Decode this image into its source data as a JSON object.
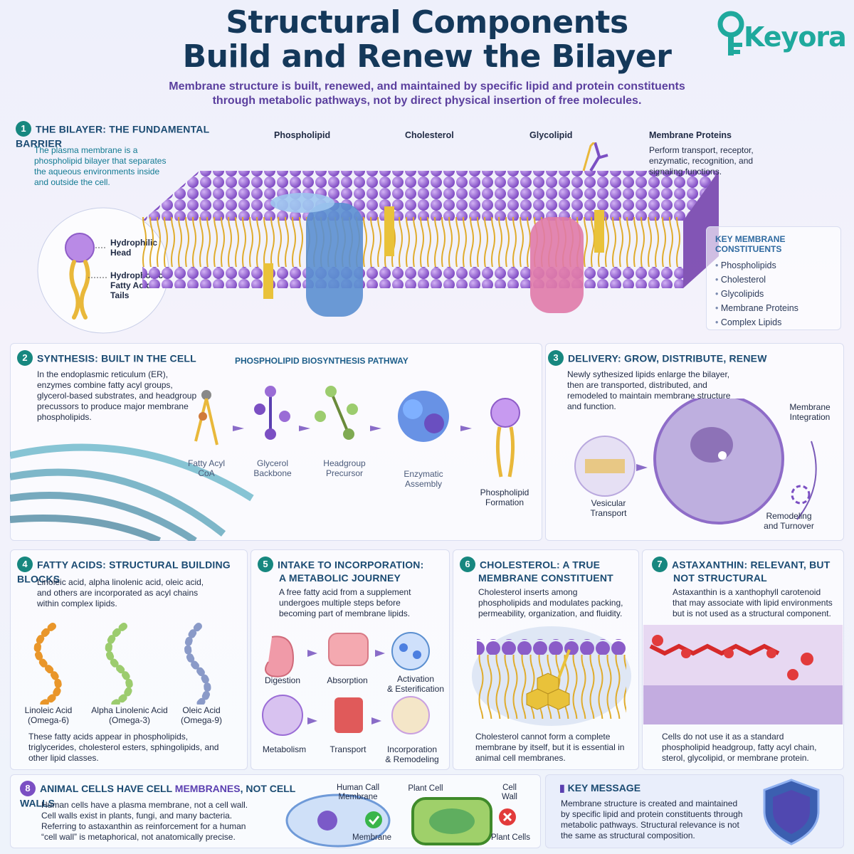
{
  "header": {
    "title_line1": "Structural Components",
    "title_line2": "Build and Renew the Bilayer",
    "subtitle_line1": "Membrane structure is built, renewed, and maintained by specific lipid and protein constituents",
    "subtitle_line2": "through metabolic pathways, not by direct physical insertion of free molecules.",
    "logo_text": "Keyora"
  },
  "colors": {
    "teal": "#17877f",
    "navy": "#14385a",
    "purple": "#7b4fc3",
    "lipid": "#9a6cd6",
    "tail": "#e9b83a",
    "protein_blue": "#5b8fd0",
    "protein_pink": "#e07aa8",
    "alert_red": "#e23b3b",
    "check_green": "#39b54a"
  },
  "s1": {
    "num": "1",
    "heading": "THE BILAYER: THE FUNDAMENTAL BARRIER",
    "text": "The plasma membrane is a phospholipid bilayer that separates the aqueous environments inside and outside the cell.",
    "head_label_1": "Hydrophilic",
    "head_label_2": "Head",
    "tail_label_1": "Hydrophobic",
    "tail_label_2": "Fatty Acid",
    "tail_label_3": "Tails",
    "callouts": {
      "phospholipid": "Phospholipid",
      "cholesterol": "Cholesterol",
      "glycolipid": "Glycolipid",
      "proteins": "Membrane Proteins",
      "proteins_desc": "Perform transport, receptor, enzymatic, recognition, and signaling functions."
    },
    "key_title": "KEY MEMBRANE CONSTITUENTS",
    "key_items": [
      "Phospholipids",
      "Cholesterol",
      "Glycolipids",
      "Membrane Proteins",
      "Complex Lipids"
    ]
  },
  "s2": {
    "num": "2",
    "heading": "SYNTHESIS: BUILT IN THE CELL",
    "text": "In the endoplasmic reticulum (ER), enzymes combine fatty acyl groups, glycerol-based substrates, and headgroup precussors to produce major membrane phospholipids.",
    "pathway_title": "PHOSPHOLIPID BIOSYNTHESIS PATHWAY",
    "steps": [
      {
        "l1": "Fatty Acyl",
        "l2": "CoA"
      },
      {
        "l1": "Glycerol",
        "l2": "Backbone"
      },
      {
        "l1": "Headgroup",
        "l2": "Precursor"
      },
      {
        "l1": "Enzymatic",
        "l2": "Assembly"
      },
      {
        "l1": "Phospholipid",
        "l2": "Formation"
      }
    ]
  },
  "s3": {
    "num": "3",
    "heading": "DELIVERY: GROW, DISTRIBUTE, RENEW",
    "text": "Newly sythesized lipids enlarge the bilayer, then are transported, distributed, and remodeled to maintain membrane structure and function.",
    "vesicular_1": "Vesicular",
    "vesicular_2": "Transport",
    "integration_1": "Membrane",
    "integration_2": "Integration",
    "remodel_1": "Remodeling",
    "remodel_2": "and Turnover"
  },
  "s4": {
    "num": "4",
    "heading": "FATTY ACIDS: STRUCTURAL BUILDING BLOCKS",
    "text": "Linoleic acid, alpha linolenic acid, oleic acid, and others are incorporated as acyl chains within complex lipids.",
    "acids": [
      {
        "l1": "Linoleic Acid",
        "l2": "(Omega-6)"
      },
      {
        "l1": "Alpha Linolenic Acid",
        "l2": "(Omega-3)"
      },
      {
        "l1": "Oleic Acid",
        "l2": "(Omega-9)"
      }
    ],
    "footer": "These fatty acids appear in phospholipids, triglycerides, cholesterol esters, sphingolipids, and other lipid classes."
  },
  "s5": {
    "num": "5",
    "heading_1": "INTAKE TO INCORPORATION:",
    "heading_2": "A METABOLIC JOURNEY",
    "text": "A free fatty acid from a supplement undergoes multiple steps before becoming part of membrane lipids.",
    "steps": [
      {
        "l1": "Digestion",
        "l2": ""
      },
      {
        "l1": "Absorption",
        "l2": ""
      },
      {
        "l1": "Activation",
        "l2": "& Esterification"
      },
      {
        "l1": "Metabolism",
        "l2": ""
      },
      {
        "l1": "Transport",
        "l2": ""
      },
      {
        "l1": "Incorporation",
        "l2": "& Remodeling"
      }
    ]
  },
  "s6": {
    "num": "6",
    "heading_1": "CHOLESTEROL: A TRUE",
    "heading_2": "MEMBRANE CONSTITUENT",
    "text": "Cholesterol inserts among phospholipids and modulates packing, permeability, organization, and fluidity.",
    "footer": "Cholesterol cannot form a complete membrane by itself, but it is essential in animal cell membranes."
  },
  "s7": {
    "num": "7",
    "heading_1": "ASTAXANTHIN: RELEVANT, BUT",
    "heading_2": "NOT STRUCTURAL",
    "text": "Astaxanthin is a xanthophyll carotenoid that may associate with lipid environments but is not used as a structural component.",
    "footer": "Cells do not use it as a standard phospholipid headgroup, fatty acyl chain, sterol, glycolipid, or membrane protein."
  },
  "s8": {
    "num": "8",
    "heading_a": "ANIMAL CELLS HAVE CELL ",
    "heading_b": "MEMBRANES",
    "heading_c": ", NOT CELL WALLS",
    "text": "Human cells have a plasma membrane, not a cell wall. Cell walls exist in plants, fungi, and many bacteria. Referring to astaxanthin as reinforcement for a human “cell wall” is metaphorical, not anatomically precise.",
    "human_1": "Human Call",
    "human_2": "Membrane",
    "membrane": "Membrane",
    "plant": "Plant Cell",
    "wall_1": "Cell",
    "wall_2": "Wall",
    "plant_cells": "Plant Cells"
  },
  "key": {
    "heading": "KEY MESSAGE",
    "text": "Membrane structure is created and maintained by specific lipid and protein constituents through metabolic pathways. Structural relevance is not the same as structural composition."
  }
}
